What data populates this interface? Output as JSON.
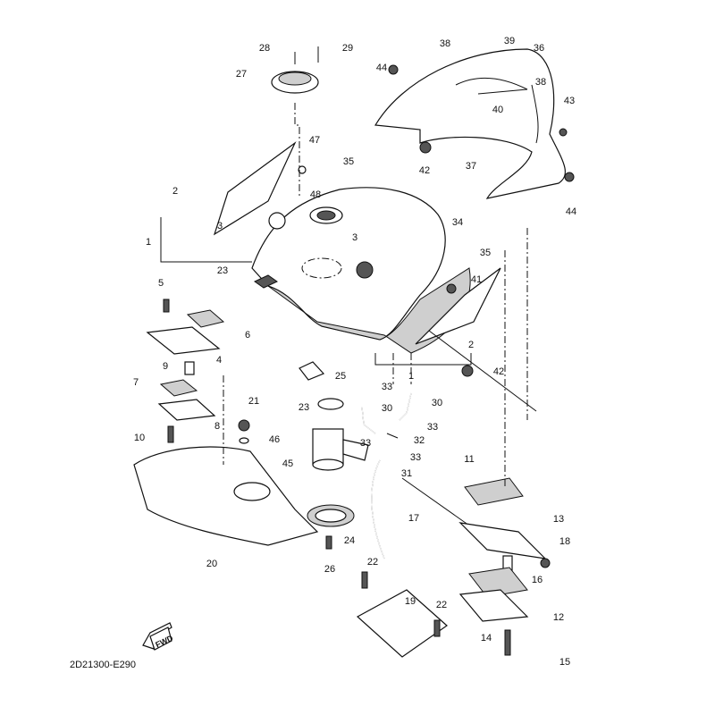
{
  "diagram": {
    "drawing_code": "2D21300-E290",
    "direction_marker": "FWD",
    "callouts": [
      "28",
      "29",
      "27",
      "38",
      "39",
      "36",
      "44",
      "38",
      "43",
      "40",
      "47",
      "35",
      "42",
      "37",
      "48",
      "34",
      "44",
      "2",
      "3",
      "1",
      "3",
      "23",
      "35",
      "41",
      "5",
      "6",
      "4",
      "9",
      "7",
      "2",
      "42",
      "1",
      "25",
      "33",
      "30",
      "30",
      "23",
      "21",
      "8",
      "33",
      "10",
      "46",
      "32",
      "33",
      "33",
      "45",
      "11",
      "31",
      "17",
      "13",
      "18",
      "24",
      "20",
      "26",
      "22",
      "16",
      "19",
      "22",
      "12",
      "14",
      "15"
    ]
  }
}
